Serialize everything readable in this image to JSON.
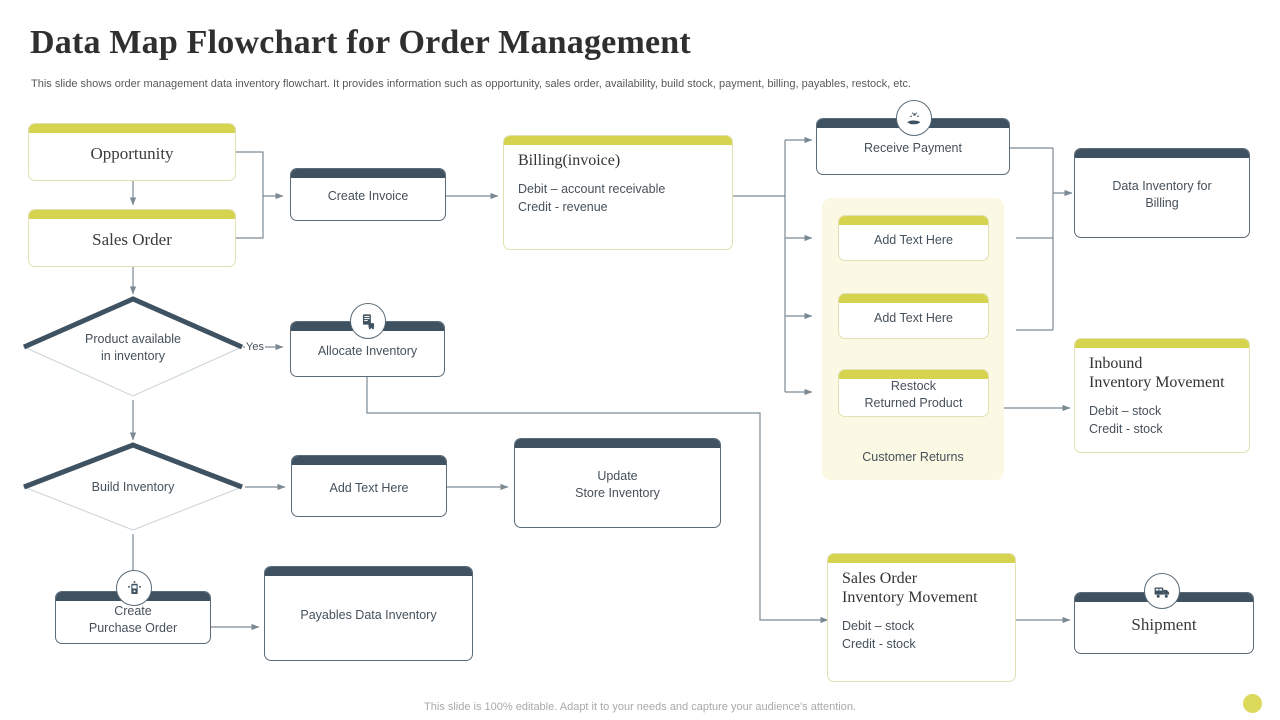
{
  "header": {
    "title": "Data Map Flowchart for Order Management",
    "subtitle": "This slide shows order management data inventory flowchart. It provides information such as opportunity, sales order, availability, build stock, payment, billing, payables, restock, etc."
  },
  "footer": {
    "note": "This slide is 100% editable. Adapt it to your needs and capture your audience's attention."
  },
  "colors": {
    "accent_yellow": "#d6d44f",
    "panel_yellow": "#fbf8e3",
    "slate": "#3f5262",
    "text": "#46515a",
    "connector": "#6b7a85"
  },
  "nodes": {
    "opportunity": {
      "label": "Opportunity",
      "style": "yellow"
    },
    "sales_order": {
      "label": "Sales Order",
      "style": "yellow"
    },
    "create_invoice": {
      "label": "Create Invoice",
      "style": "slate"
    },
    "billing": {
      "title": "Billing(invoice)",
      "line1": "Debit – account receivable",
      "line2": "Credit  -  revenue",
      "style": "yellow"
    },
    "receive_payment": {
      "label": "Receive  Payment",
      "style": "slate",
      "icon": "payment-hand-icon"
    },
    "data_inventory_billing": {
      "line1": "Data Inventory  for",
      "line2": "Billing",
      "style": "slate"
    },
    "returns_box_1": {
      "label": "Add Text Here",
      "style": "yellow"
    },
    "returns_box_2": {
      "label": "Add Text Here",
      "style": "yellow"
    },
    "restock_returned": {
      "line1": "Restock",
      "line2": "Returned Product",
      "style": "yellow"
    },
    "customer_returns_caption": "Customer Returns",
    "inbound_movement": {
      "title_line1": "Inbound",
      "title_line2": "Inventory Movement",
      "line1": "Debit – stock",
      "line2": "Credit - stock",
      "style": "yellow"
    },
    "product_available": {
      "line1": "Product available",
      "line2": "in inventory",
      "style": "diamond"
    },
    "yes_label": "Yes",
    "allocate_inventory": {
      "label": "Allocate Inventory",
      "style": "slate",
      "icon": "inventory-boxes-icon"
    },
    "build_inventory": {
      "label": "Build Inventory",
      "style": "diamond"
    },
    "add_text_mid": {
      "label": "Add Text Here",
      "style": "slate"
    },
    "update_store_inventory": {
      "line1": "Update",
      "line2": "Store Inventory",
      "style": "slate"
    },
    "create_purchase_order": {
      "line1": "Create",
      "line2": "Purchase Order",
      "style": "slate",
      "icon": "purchase-order-icon"
    },
    "payables_data_inventory": {
      "label": "Payables Data Inventory",
      "style": "slate"
    },
    "sales_order_movement": {
      "title_line1": "Sales Order",
      "title_line2": "Inventory Movement",
      "line1": "Debit – stock",
      "line2": "Credit - stock",
      "style": "yellow"
    },
    "shipment": {
      "label": "Shipment",
      "style": "slate",
      "icon": "shipment-truck-icon"
    }
  }
}
